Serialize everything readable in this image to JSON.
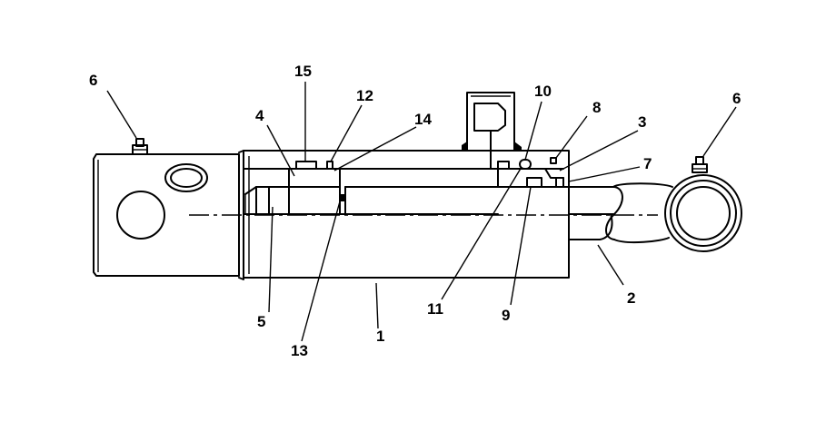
{
  "callouts": [
    {
      "id": "c1",
      "text": "1"
    },
    {
      "id": "c2",
      "text": "2"
    },
    {
      "id": "c3",
      "text": "3"
    },
    {
      "id": "c4",
      "text": "4"
    },
    {
      "id": "c5",
      "text": "5"
    },
    {
      "id": "c6a",
      "text": "6"
    },
    {
      "id": "c6b",
      "text": "6"
    },
    {
      "id": "c7",
      "text": "7"
    },
    {
      "id": "c8",
      "text": "8"
    },
    {
      "id": "c9",
      "text": "9"
    },
    {
      "id": "c10",
      "text": "10"
    },
    {
      "id": "c11",
      "text": "11"
    },
    {
      "id": "c12",
      "text": "12"
    },
    {
      "id": "c13",
      "text": "13"
    },
    {
      "id": "c14",
      "text": "14"
    },
    {
      "id": "c15",
      "text": "15"
    }
  ]
}
